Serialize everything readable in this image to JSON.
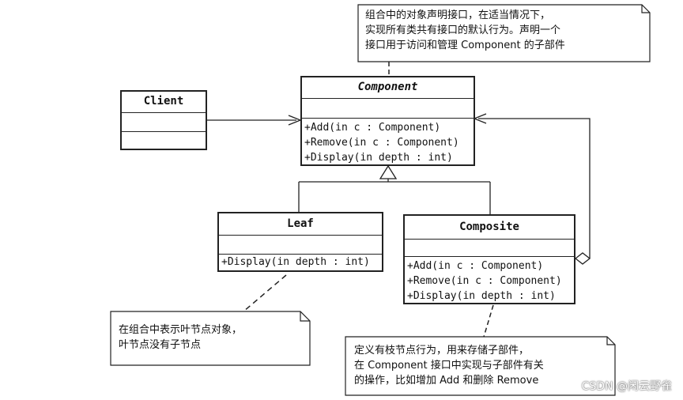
{
  "component": {
    "name": "Component",
    "operations": [
      "+Add(in c : Component)",
      "+Remove(in c : Component)",
      "+Display(in depth : int)"
    ]
  },
  "client": {
    "name": "Client"
  },
  "leaf": {
    "name": "Leaf",
    "operations": [
      "+Display(in depth : int)"
    ]
  },
  "composite": {
    "name": "Composite",
    "operations": [
      "+Add(in c : Component)",
      "+Remove(in c : Component)",
      "+Display(in depth : int)"
    ]
  },
  "notes": {
    "component": [
      "组合中的对象声明接口，在适当情况下，",
      "实现所有类共有接口的默认行为。声明一个",
      "接口用于访问和管理 Component 的子部件"
    ],
    "leaf": [
      "在组合中表示叶节点对象，",
      "叶节点没有子节点"
    ],
    "composite": [
      "定义有枝节点行为，用来存储子部件，",
      "在 Component 接口中实现与子部件有关",
      "的操作，比如增加 Add 和删除 Remove"
    ]
  },
  "watermark": "CSDN @闲云野雀"
}
